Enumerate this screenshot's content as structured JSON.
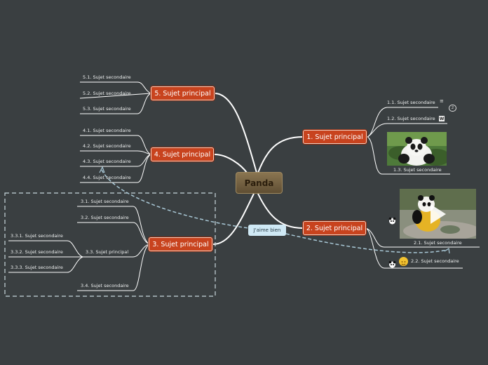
{
  "central": {
    "label": "Panda"
  },
  "callout": {
    "label": "J'aime bien"
  },
  "topics": {
    "t1": {
      "label": "1. Sujet principal",
      "subs": [
        "1.1. Sujet secondaire",
        "1.2. Sujet secondaire",
        "1.3. Sujet secondaire"
      ],
      "badge_count": "2",
      "wiki_icon": "W"
    },
    "t2": {
      "label": "2. Sujet principal",
      "subs": [
        "2.1. Sujet secondaire",
        "2.2. Sujet secondaire"
      ]
    },
    "t3": {
      "label": "3. Sujet principal",
      "subs": [
        "3.1. Sujet secondaire",
        "3.2. Sujet secondaire",
        "3.3. Sujet principal",
        "3.4. Sujet secondaire"
      ],
      "subsubs": [
        "3.3.1. Sujet secondaire",
        "3.3.2. Sujet secondaire",
        "3.3.3. Sujet secondaire"
      ]
    },
    "t4": {
      "label": "4. Sujet principal",
      "subs": [
        "4.1. Sujet secondaire",
        "4.2. Sujet secondaire",
        "4.3. Sujet secondaire",
        "4.4. Sujet secondaire"
      ]
    },
    "t5": {
      "label": "5. Sujet principal",
      "subs": [
        "5.1. Sujet secondaire",
        "5.2. Sujet secondaire",
        "5.3. Sujet secondaire"
      ]
    }
  },
  "colors": {
    "background": "#3a3f41",
    "topic": "#c8431e",
    "central": "#7a6644",
    "callout": "#cfe9f5",
    "relation": "#a9c8d6"
  }
}
